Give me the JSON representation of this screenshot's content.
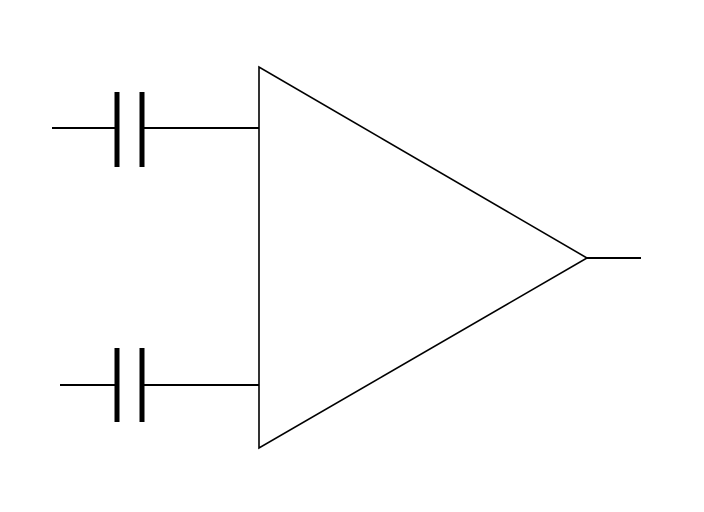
{
  "diagram": {
    "type": "amplifier-with-capacitor-inputs",
    "stroke_color": "#000000",
    "background_color": "#ffffff",
    "components": [
      "capacitor",
      "capacitor",
      "amplifier"
    ]
  }
}
